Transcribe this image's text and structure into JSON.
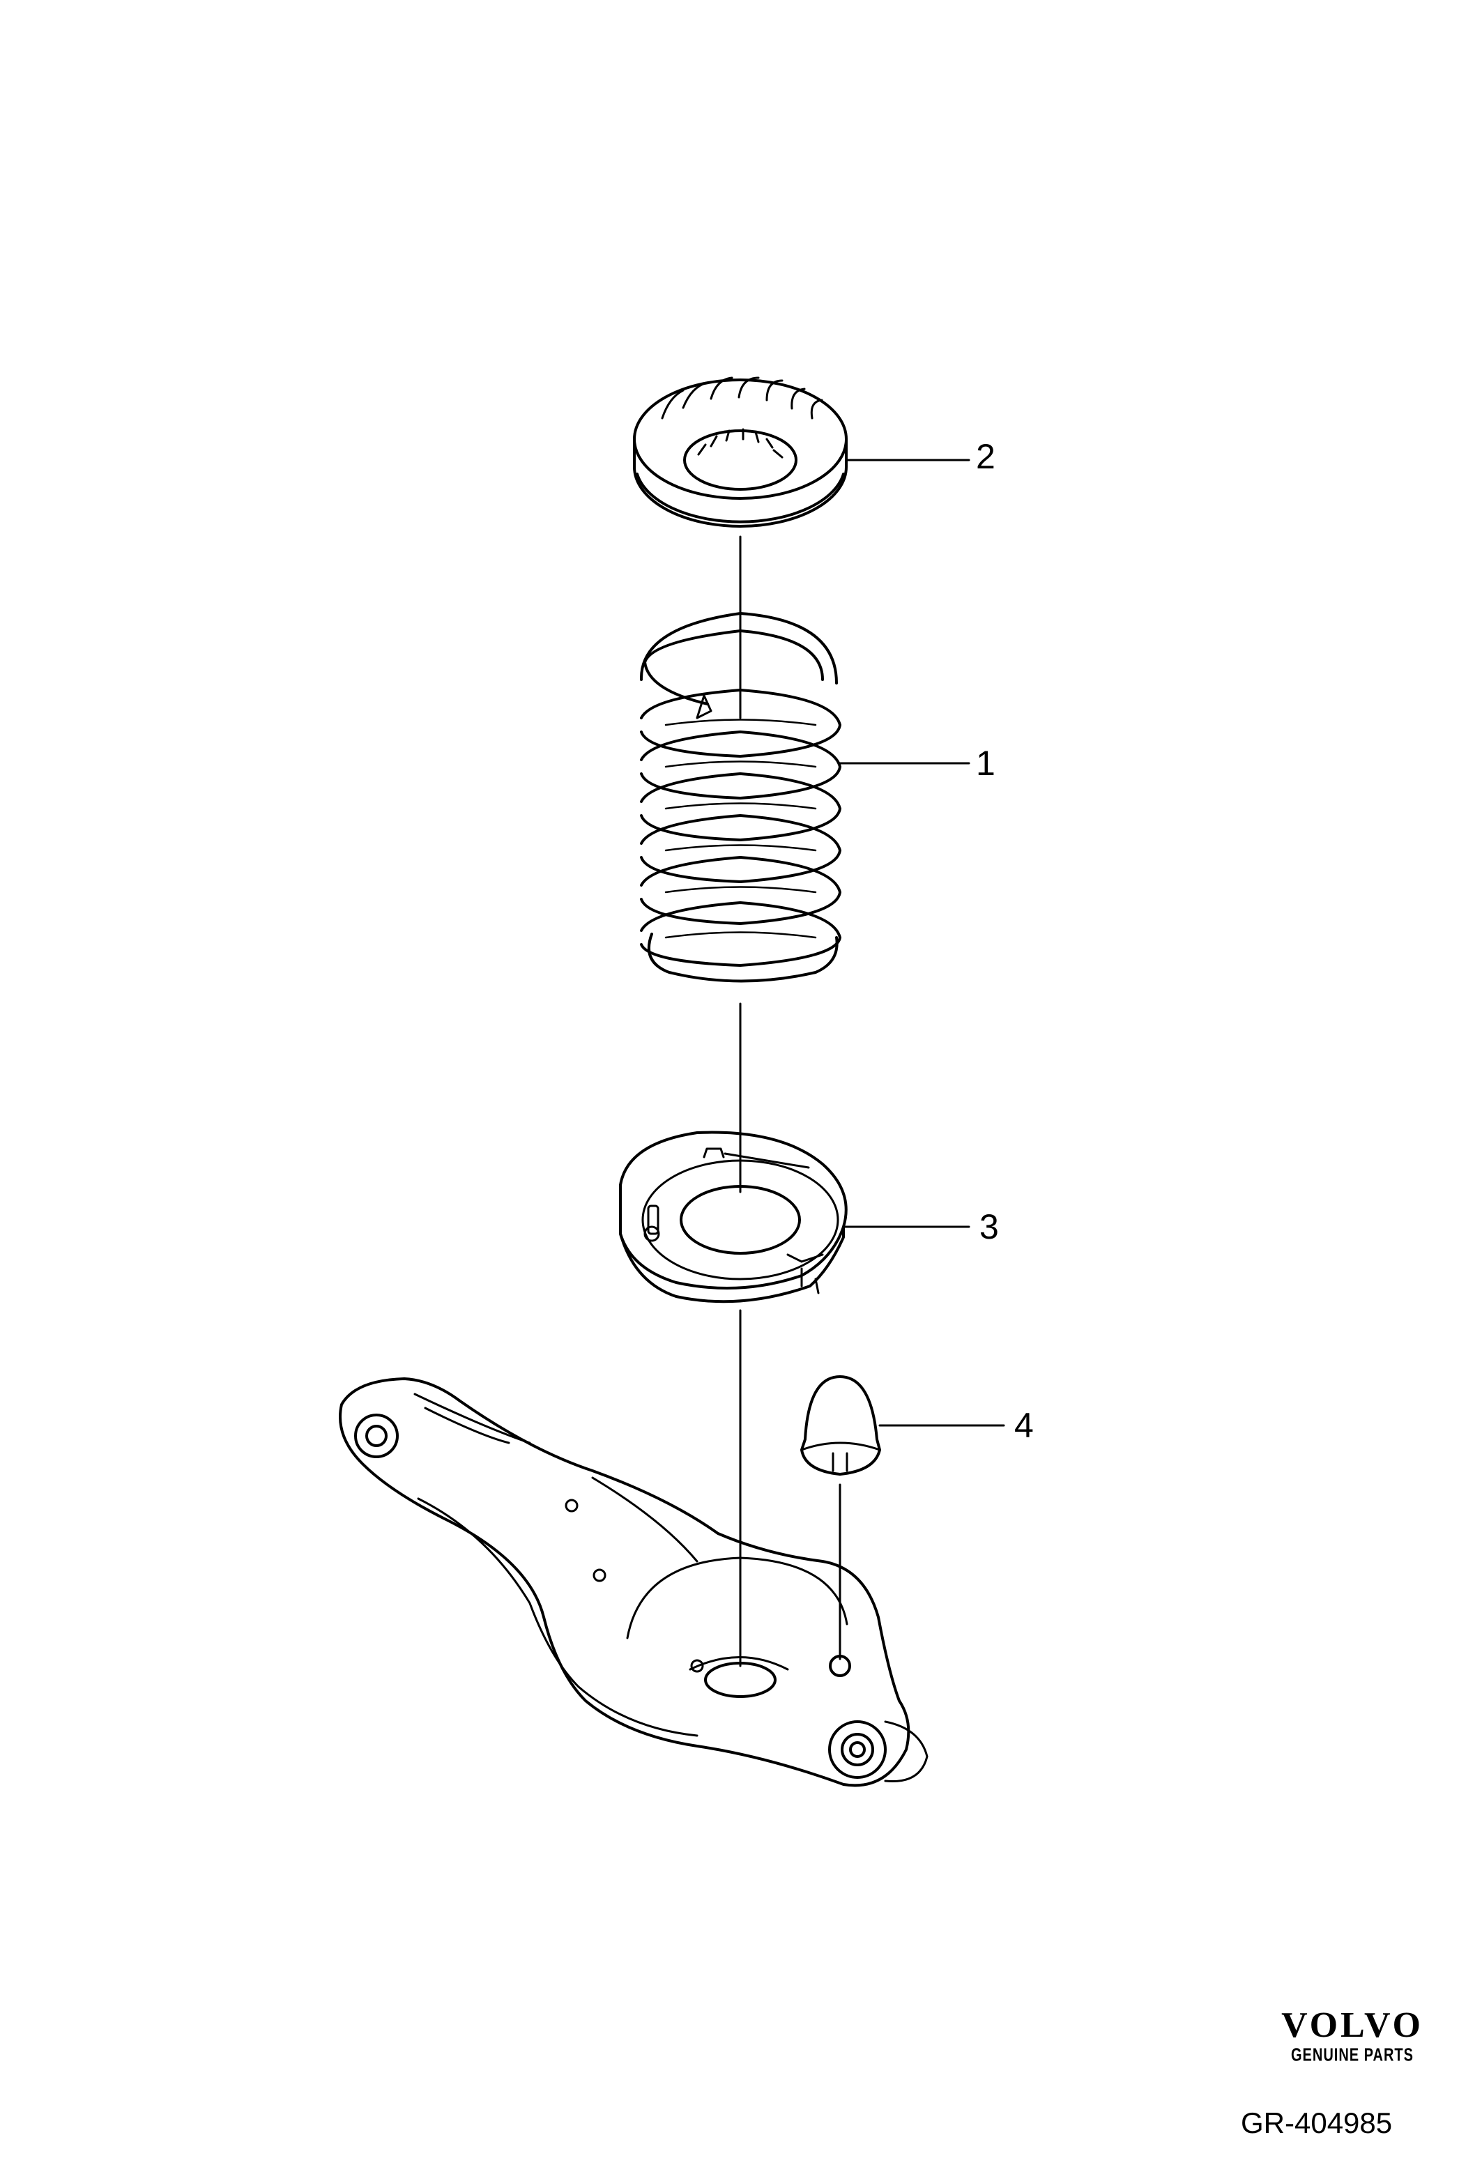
{
  "callouts": {
    "c1": "1",
    "c2": "2",
    "c3": "3",
    "c4": "4"
  },
  "logo": {
    "brand": "VOLVO",
    "tagline": "GENUINE PARTS"
  },
  "reference": "GR-404985"
}
